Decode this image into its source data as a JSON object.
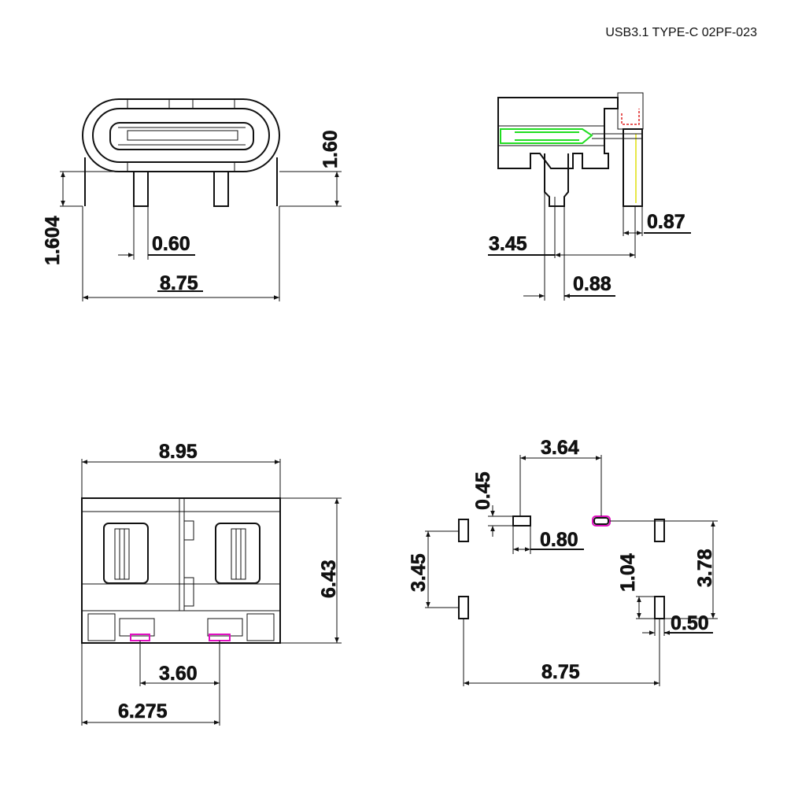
{
  "title": "USB3.1 TYPE-C 02PF-023",
  "views": {
    "front": {
      "dims": {
        "height": "1.60",
        "pin_height": "1.604",
        "pin_width": "0.60",
        "total_width": "8.75"
      }
    },
    "side": {
      "dims": {
        "tail_width": "0.87",
        "tail_offset": "3.45",
        "pin_width": "0.88"
      }
    },
    "top": {
      "dims": {
        "body_width": "8.95",
        "body_depth": "6.43",
        "pad_spacing": "3.60",
        "edge_offset": "6.275"
      }
    },
    "footprint": {
      "dims": {
        "pad_pitch": "3.64",
        "pad_height": "0.45",
        "pad_width": "0.80",
        "left_spacing": "3.45",
        "slot_length": "1.04",
        "right_spacing": "3.78",
        "slot_width": "0.50",
        "total_width": "8.75"
      }
    }
  },
  "colors": {
    "line": "#111111",
    "highlight_green": "#22dd22",
    "highlight_yellow": "#e8e84a",
    "highlight_red": "#dd2222",
    "highlight_magenta": "#e010c0"
  }
}
